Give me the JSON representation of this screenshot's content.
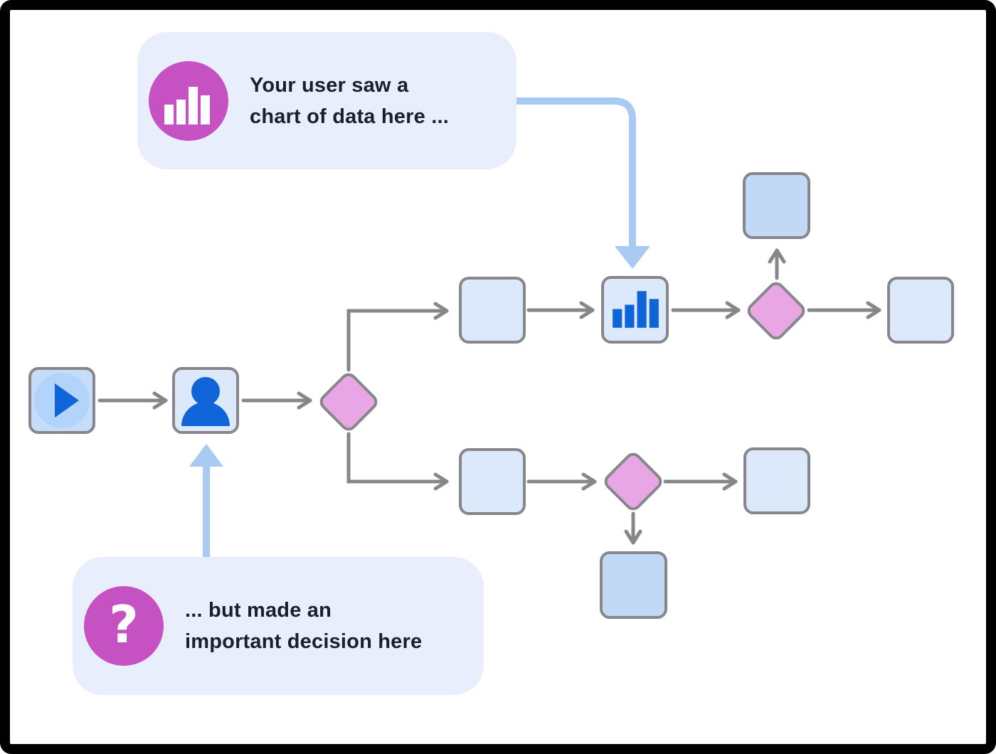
{
  "callouts": {
    "chart": {
      "icon": "bar-chart-icon",
      "lines": [
        "Your user saw a",
        "chart of data here ..."
      ]
    },
    "decision": {
      "icon": "question-mark-icon",
      "glyph": "?",
      "lines": [
        "... but made an",
        "important decision here"
      ]
    }
  },
  "flowchart": {
    "node_icons": {
      "start": "play-icon",
      "actor": "user-icon",
      "chart_step": "bar-chart-icon"
    },
    "shapes": {
      "step": "rounded-square",
      "decision": "rounded-diamond"
    }
  },
  "colors": {
    "frame": "#000000",
    "canvas": "#ffffff",
    "callout_bg": "#e8eefb",
    "accent_magenta": "#c551c3",
    "accent_blue": "#1064d9",
    "arrow_blue": "#a9caf3",
    "line_gray": "#87878b",
    "node_fill_light": "#dce9fb",
    "node_fill_medium": "#c2d9f6",
    "node_fill_start": "#c7dcf8",
    "start_circle": "#b3d4fa",
    "diamond_fill": "#e8a7e4",
    "text": "#1a202b"
  }
}
